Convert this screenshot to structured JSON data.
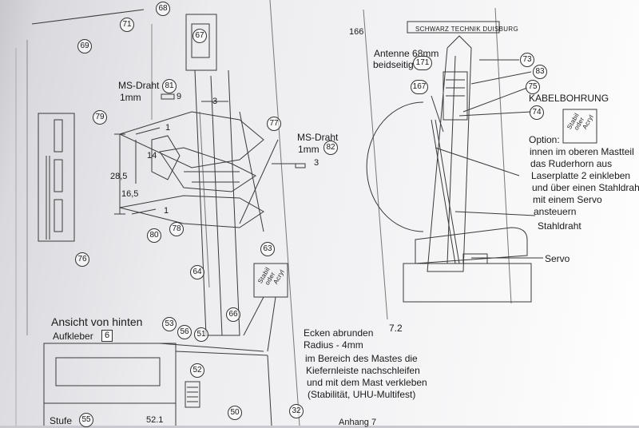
{
  "header": {
    "brand": "SCHWARZ TECHNIK DUISBURG"
  },
  "callouts": {
    "c68": "68",
    "c71": "71",
    "c69": "69",
    "c67": "67",
    "c81": "81",
    "c79": "79",
    "c77": "77",
    "c82": "82",
    "c80": "80",
    "c78": "78",
    "c76": "76",
    "c64": "64",
    "c63": "63",
    "c66": "66",
    "c53": "53",
    "c56": "56",
    "c51": "51",
    "c52": "52",
    "c50": "50",
    "c32": "32",
    "c55": "55",
    "c52_1": "52.1",
    "c166": "166",
    "c171": "171",
    "c73": "73",
    "c83": "83",
    "c167": "167",
    "c75": "75",
    "c74": "74"
  },
  "dimensions": {
    "d9": "9",
    "d3_top": "3",
    "d1_upper": "1",
    "d14": "14",
    "d28_5": "28,5",
    "d16_5": "16,5",
    "d1_lower": "1",
    "d3_right": "3"
  },
  "labels": {
    "ms_draht_left": "MS-Draht",
    "ms_left_size": "1mm",
    "ms_draht_right": "MS-Draht",
    "ms_right_size": "1mm",
    "ansicht": "Ansicht von hinten",
    "aufkleber": "Aufkleber",
    "aufkleber_num": "6",
    "ecken_1": "Ecken abrunden",
    "ecken_2": "Radius - 4mm",
    "mast_1": "im Bereich des Mastes die",
    "mast_2": "Kiefernleiste nachschleifen",
    "mast_3": "und mit dem Mast verkleben",
    "mast_4": "(Stabilität, UHU-Multifest)",
    "stufe": "Stufe",
    "anhang": "Anhang 7",
    "antenne_1": "Antenne 68mm",
    "antenne_2": "beidseitig",
    "kabel": "KABELBOHRUNG",
    "opt_1": "Option:",
    "opt_2": "innen im oberen Mastteil",
    "opt_3": "das Ruderhorn aus",
    "opt_4": "Laserplatte 2 einkleben",
    "opt_5": "und über einen Stahldraht",
    "opt_6": "mit einem Servo",
    "opt_7": "ansteuern",
    "stahldraht": "Stahldraht",
    "servo": "Servo",
    "fig_num": "7.2",
    "sticker_1": "Stabil",
    "sticker_2": "oder",
    "sticker_3": "Acryl"
  }
}
